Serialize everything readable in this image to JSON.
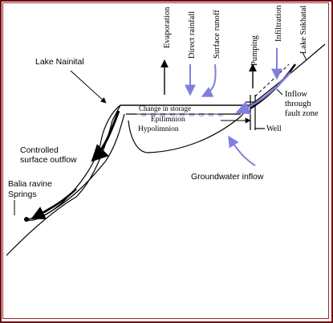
{
  "colors": {
    "frame": "#6b0f12",
    "line": "#000000",
    "accent_blue": "#7f7fdf",
    "water_dash": "#9aa0d8"
  },
  "labels": {
    "lake_nainital": "Lake Nainital",
    "evaporation": "Evaporation",
    "direct_rainfall": "Direct rainfall",
    "surface_runoff": "Surface runoff",
    "pumping": "Pumping",
    "infiltration": "Infiltration",
    "lake_sukhatal": "Lake Sukhatal",
    "change_in_storage": "Change in storage",
    "epilimnion": "Epilimnion",
    "hypolimnion": "Hypolimnion",
    "well": "Well",
    "inflow_line1": "Inflow",
    "inflow_line2": "through",
    "inflow_line3": "fault zone",
    "controlled_line1": "Controlled",
    "controlled_line2": "surface outflow",
    "balia_ravine": "Balia ravine",
    "springs": "Springs",
    "groundwater_inflow": "Groundwater inflow"
  },
  "icons": {
    "evaporation_arrow": "arrow-up-icon",
    "rainfall_arrow": "arrow-down-icon",
    "runoff_arrow": "curved-arrow-icon",
    "pumping_arrow": "arrow-up-icon",
    "infiltration_arrow": "arrow-down-icon"
  }
}
